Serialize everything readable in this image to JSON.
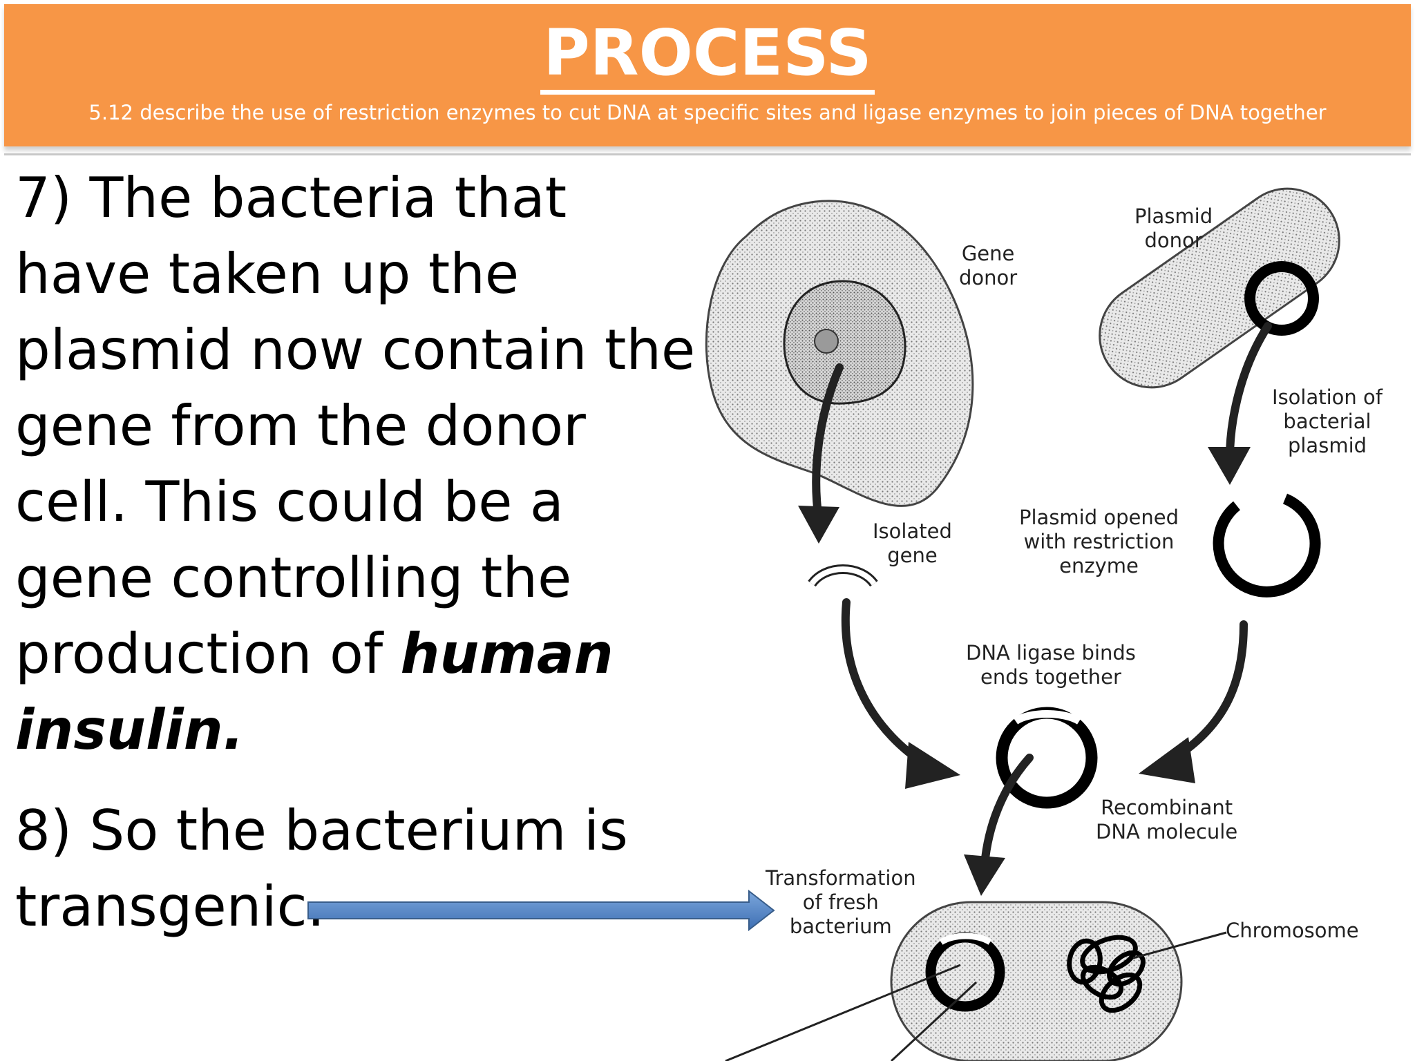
{
  "header": {
    "title": "PROCESS",
    "subtitle": "5.12 describe the use of restriction enzymes to cut DNA at specific sites and ligase enzymes to join pieces of DNA together"
  },
  "text": {
    "point7_prefix": "7) The bacteria that have taken up the plasmid now contain the gene from the donor cell. This could be a gene controlling the production of ",
    "point7_emph": "human insulin.",
    "point8_line1": "8) So the bacterium is",
    "point8_line2": "transgenic."
  },
  "diagram": {
    "gene_donor": "Gene\ndonor",
    "plasmid_donor": "Plasmid\ndonor",
    "isolation_plasmid": "Isolation of\nbacterial plasmid",
    "isolated_gene": "Isolated\ngene",
    "plasmid_opened": "Plasmid opened\nwith restriction\nenzyme",
    "dna_ligase": "DNA ligase binds\nends together",
    "recombinant": "Recombinant\nDNA molecule",
    "transformation": "Transformation\nof fresh\nbacterium",
    "chromosome": "Chromosome"
  },
  "colors": {
    "banner": "#f79646",
    "arrow_fill": "#4f81bd"
  }
}
